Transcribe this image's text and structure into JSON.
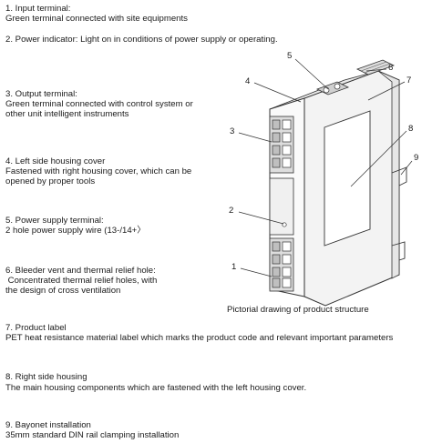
{
  "items": [
    {
      "title": "1. Input terminal:",
      "lines": [
        "Green terminal connected with site equipments"
      ]
    },
    {
      "title": "2. Power indicator: Light on in conditions of power supply or operating.",
      "lines": []
    },
    {
      "title": "3. Output terminal:",
      "lines": [
        "Green terminal connected with control system or",
        "other unit intelligent instruments"
      ]
    },
    {
      "title": "4. Left side housing cover",
      "lines": [
        "Fastened with right housing cover, which can be",
        "opened by proper tools"
      ]
    },
    {
      "title": "5. Power supply terminal:",
      "lines": [
        "2 hole power supply wire (13-/14+〉"
      ]
    },
    {
      "title": "6. Bleeder vent and thermal relief hole:",
      "lines": [
        " Concentrated thermal relief holes, with",
        "the design of cross ventilation"
      ]
    },
    {
      "title": "7. Product label",
      "lines": [
        "PET heat resistance material label which marks the product code and relevant important parameters"
      ]
    },
    {
      "title": "8. Right side housing",
      "lines": [
        "The main housing components which are fastened with the left housing cover."
      ]
    },
    {
      "title": "9. Bayonet installation",
      "lines": [
        "35mm standard DIN rail clamping installation"
      ]
    }
  ],
  "diagram": {
    "caption": "Pictorial drawing of product structure",
    "callouts": [
      "1",
      "2",
      "3",
      "4",
      "5",
      "6",
      "7",
      "8",
      "9"
    ]
  }
}
